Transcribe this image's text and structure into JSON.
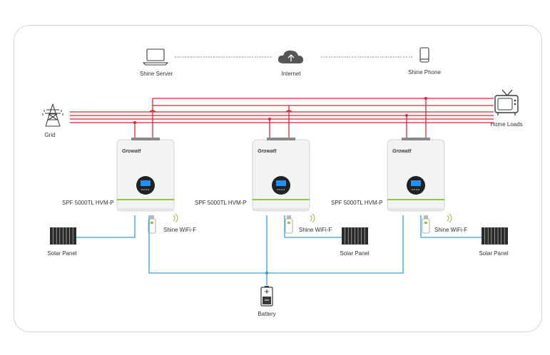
{
  "diagram": {
    "network": {
      "server_label": "Shine Server",
      "internet_label": "Internet",
      "phone_label": "Shine Phone"
    },
    "grid_label": "Grid",
    "home_loads_label": "Home Loads",
    "inverters": [
      {
        "model_label": "SPF 5000TL HVM-P",
        "brand": "Growatt",
        "wifi_label": "Shine WiFi-F",
        "solar_label": "Solar Panel"
      },
      {
        "model_label": "SPF 5000TL HVM-P",
        "brand": "Growatt",
        "wifi_label": "Shine WiFi-F",
        "solar_label": "Solar Panel"
      },
      {
        "model_label": "SPF 5000TL HVM-P",
        "brand": "Growatt",
        "wifi_label": "Shine WiFi-F",
        "solar_label": "Solar Panel"
      }
    ],
    "battery_label": "Battery",
    "colors": {
      "ac_line": "#e02230",
      "dc_line": "#2ea3dc",
      "inverter_accent": "#8cc63f",
      "frame_border": "#d4d4d4"
    }
  }
}
